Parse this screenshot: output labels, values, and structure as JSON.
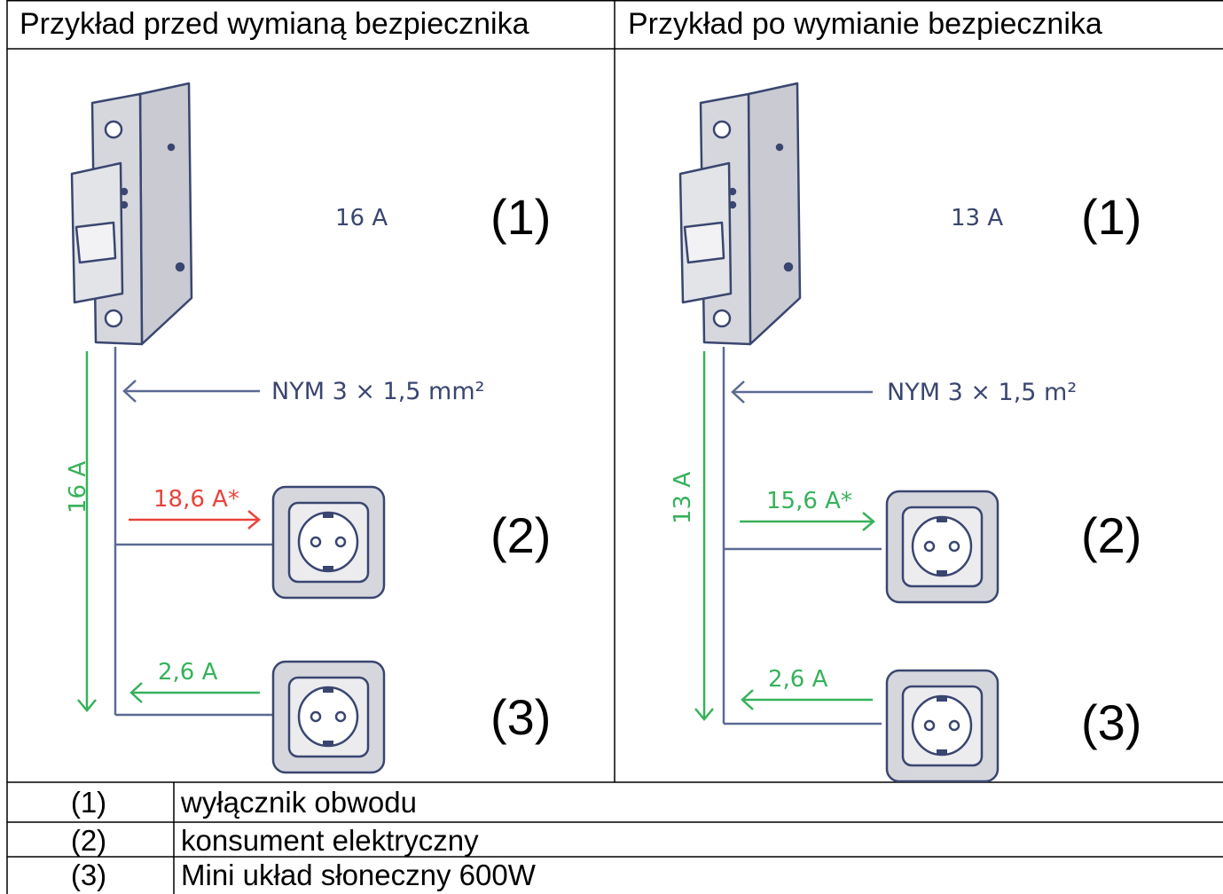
{
  "header": {
    "left": "Przykład przed wymianą bezpiecznika",
    "right": "Przykład po wymianie bezpiecznika"
  },
  "left_panel": {
    "breaker_rating": "16 A",
    "cable": "NYM 3 × 1,5 mm²",
    "total_current": "16 A",
    "consumer_current": "18,6 A*",
    "solar_current": "2,6 A",
    "labels": [
      "(1)",
      "(2)",
      "(3)"
    ]
  },
  "right_panel": {
    "breaker_rating": "13 A",
    "cable": "NYM 3 × 1,5 m²",
    "total_current": "13 A",
    "consumer_current": "15,6 A*",
    "solar_current": "2,6 A",
    "labels": [
      "(1)",
      "(2)",
      "(3)"
    ]
  },
  "legend": [
    {
      "num": "(1)",
      "text": "wyłącznik obwodu"
    },
    {
      "num": "(2)",
      "text": "konsument elektryczny"
    },
    {
      "num": "(3)",
      "text": "Mini układ słoneczny 600W"
    }
  ],
  "colors": {
    "line": "#5b6a93",
    "green": "#36b25a",
    "red": "#e8443c",
    "device_fill": "#d6d7dd",
    "text_dark": "#3a4670"
  }
}
